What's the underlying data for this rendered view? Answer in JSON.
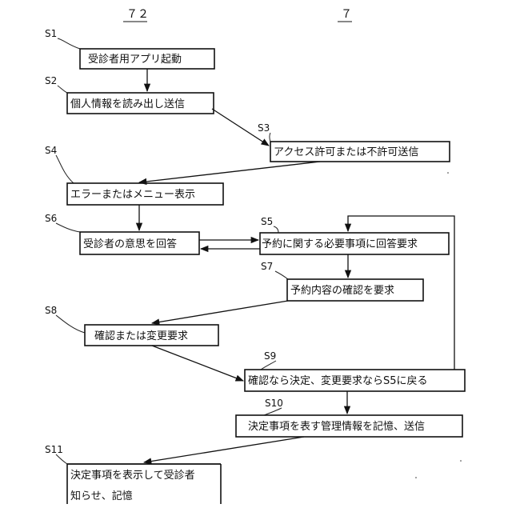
{
  "columns": {
    "left": "７２",
    "right": "７"
  },
  "steps": {
    "s1": {
      "label": "S1",
      "text": "受診者用アプリ起動"
    },
    "s2": {
      "label": "S2",
      "text": "個人情報を読み出し送信"
    },
    "s3": {
      "label": "S3",
      "text": "アクセス許可または不許可送信"
    },
    "s4": {
      "label": "S4",
      "text": "エラーまたはメニュー表示"
    },
    "s5": {
      "label": "S5",
      "text": "予約に関する必要事項に回答要求"
    },
    "s6": {
      "label": "S6",
      "text": "受診者の意思を回答"
    },
    "s7": {
      "label": "S7",
      "text": "予約内容の確認を要求"
    },
    "s8": {
      "label": "S8",
      "text": "確認または変更要求"
    },
    "s9": {
      "label": "S9",
      "text": "確認なら決定、変更要求ならS5に戻る"
    },
    "s10": {
      "label": "S10",
      "text": "決定事項を表す管理情報を記憶、送信"
    },
    "s11": {
      "label": "S11",
      "line1": "決定事項を表示して受診者",
      "line2": "知らせ、記憶"
    }
  }
}
